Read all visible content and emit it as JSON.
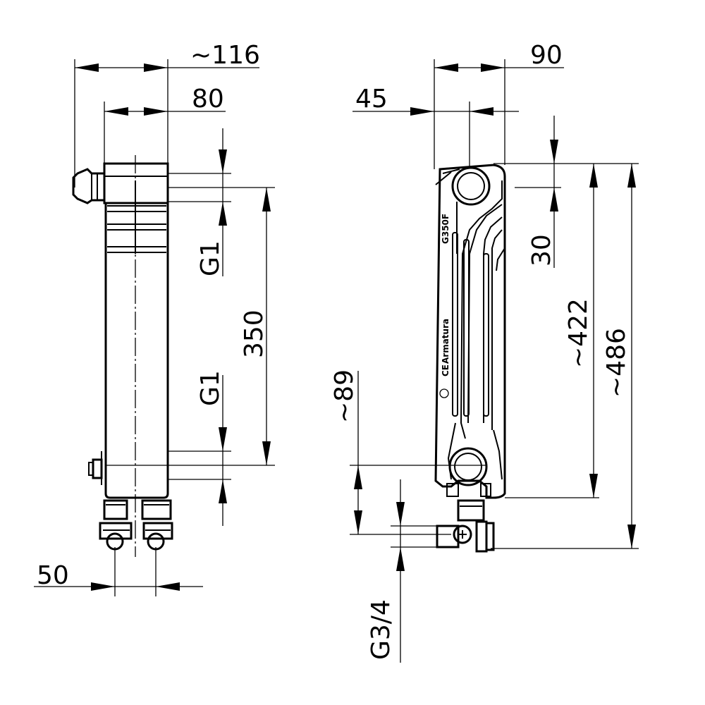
{
  "dimensions": {
    "front_width_total": "~116",
    "front_width_body": "80",
    "thread_top": "G1",
    "thread_bottom": "G1",
    "axis_distance": "350",
    "valve_spacing": "50",
    "side_depth_total": "90",
    "side_offset": "45",
    "top_to_axis": "30",
    "height_body": "~422",
    "height_total": "~486",
    "connection_height": "~89",
    "valve_thread": "G3/4"
  },
  "markings": {
    "model": "G350F",
    "brand": "Armatura",
    "ce_mark": "CE"
  }
}
